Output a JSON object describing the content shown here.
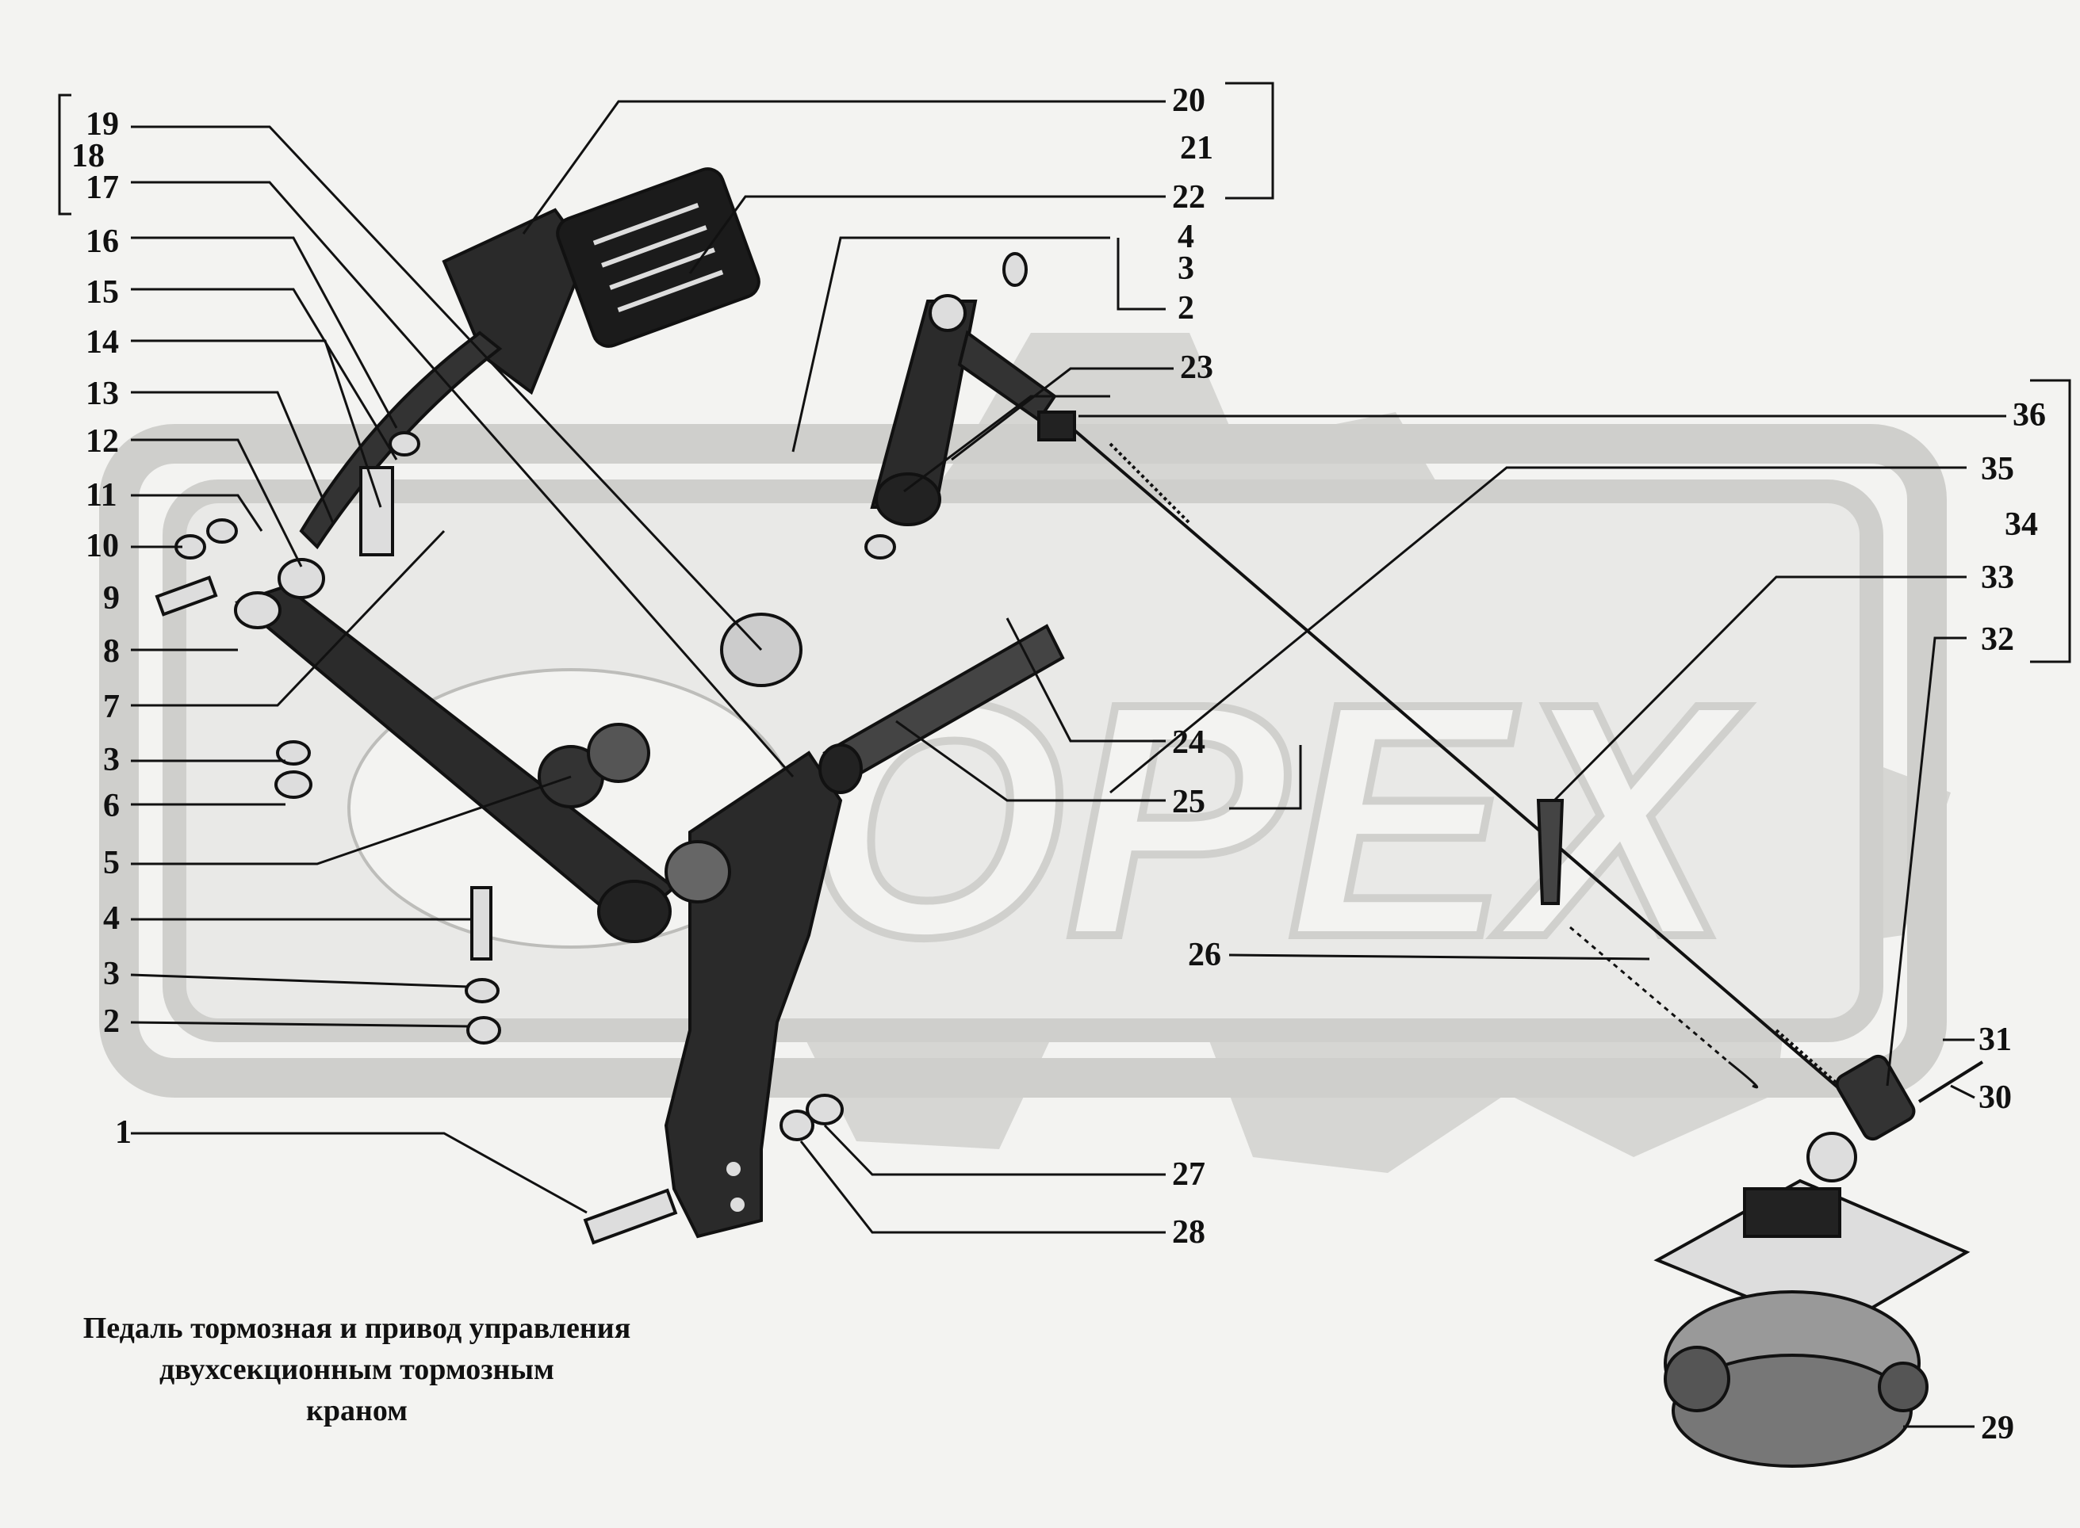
{
  "caption": {
    "line1": "Педаль тормозная и привод  управления",
    "line2": "двухсекционным тормозным",
    "line3": "краном"
  },
  "watermark": "OPEX",
  "labels": [
    "19",
    "18",
    "17",
    "16",
    "15",
    "14",
    "13",
    "12",
    "11",
    "10",
    "9",
    "8",
    "7",
    "3",
    "6",
    "5",
    "4",
    "3",
    "2",
    "1",
    "20",
    "21",
    "22",
    "4",
    "3",
    "2",
    "23",
    "36",
    "35",
    "34",
    "33",
    "32",
    "24",
    "25",
    "26",
    "31",
    "30",
    "27",
    "28",
    "29"
  ],
  "colors": {
    "ink": "#111111",
    "watermark": "#c9c9c6",
    "background": "#f3f3f1"
  }
}
